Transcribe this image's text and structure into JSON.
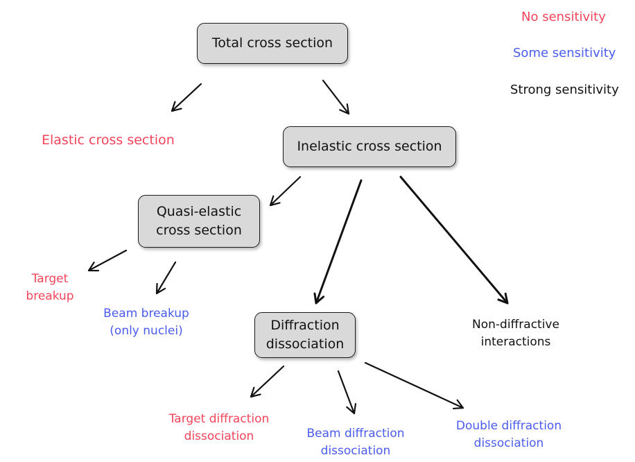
{
  "colors": {
    "no_sensitivity": "#f5445a",
    "some_sensitivity": "#4a5cf0",
    "strong_sensitivity": "#111111",
    "box_fill": "#d9d9d9"
  },
  "legend": {
    "no_sensitivity": "No sensitivity",
    "some_sensitivity": "Some sensitivity",
    "strong_sensitivity": "Strong sensitivity"
  },
  "nodes": {
    "total": {
      "lines": [
        "Total cross section"
      ]
    },
    "inelastic": {
      "lines": [
        "Inelastic cross section"
      ]
    },
    "quasi_elastic": {
      "lines": [
        "Quasi-elastic",
        "cross section"
      ]
    },
    "diffraction": {
      "lines": [
        "Diffraction",
        "dissociation"
      ]
    }
  },
  "labels": {
    "elastic": {
      "lines": [
        "Elastic cross section"
      ]
    },
    "target_breakup": {
      "lines": [
        "Target",
        "breakup"
      ]
    },
    "beam_breakup": {
      "lines": [
        "Beam breakup",
        "(only nuclei)"
      ]
    },
    "non_diffractive": {
      "lines": [
        "Non-diffractive",
        "interactions"
      ]
    },
    "target_diffraction": {
      "lines": [
        "Target diffraction",
        "dissociation"
      ]
    },
    "beam_diffraction": {
      "lines": [
        "Beam diffraction",
        "dissociation"
      ]
    },
    "double_diffraction": {
      "lines": [
        "Double diffraction",
        "dissociation"
      ]
    }
  }
}
